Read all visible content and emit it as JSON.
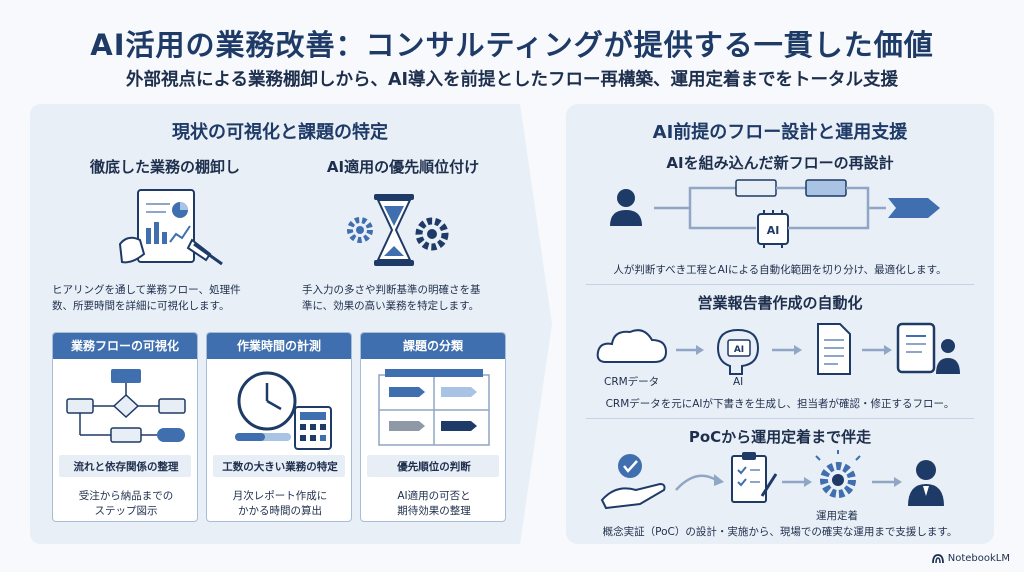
{
  "header": {
    "title": "AI活用の業務改善：コンサルティングが提供する一貫した価値",
    "subtitle": "外部視点による業務棚卸しから、AI導入を前提としたフロー再構築、運用定着までをトータル支援"
  },
  "left": {
    "title": "現状の可視化と課題の特定",
    "col1": {
      "heading": "徹底した業務の棚卸し",
      "desc_line1": "ヒアリングを通して業務フロー、処理件",
      "desc_line2": "数、所要時間を詳細に可視化します。"
    },
    "col2": {
      "heading": "AI適用の優先順位付け",
      "desc_line1": "手入力の多さや判断基準の明確さを基",
      "desc_line2": "準に、効果の高い業務を特定します。"
    },
    "cards": [
      {
        "head": "業務フローの可視化",
        "label": "流れと依存関係の整理",
        "desc_line1": "受注から納品までの",
        "desc_line2": "ステップ図示"
      },
      {
        "head": "作業時間の計測",
        "label": "工数の大きい業務の特定",
        "desc_line1": "月次レポート作成に",
        "desc_line2": "かかる時間の算出"
      },
      {
        "head": "課題の分類",
        "label": "優先順位の判断",
        "desc_line1": "AI適用の可否と",
        "desc_line2": "期待効果の整理"
      }
    ]
  },
  "right": {
    "title": "AI前提のフロー設計と運用支援",
    "sec1": {
      "heading": "AIを組み込んだ新フローの再設計",
      "chip": "AI",
      "desc": "人が判断すべき工程とAIによる自動化範囲を切り分け、最適化します。"
    },
    "sec2": {
      "heading": "営業報告書作成の自動化",
      "crm_label": "CRMデータ",
      "ai_label": "AI",
      "brain_chip": "AI",
      "desc": "CRMデータを元にAIが下書きを生成し、担当者が確認・修正するフロー。"
    },
    "sec3": {
      "heading": "PoCから運用定着まで伴走",
      "gear_label": "運用定着",
      "desc": "概念実証（PoC）の設計・実施から、現場での確実な運用まで支援します。"
    }
  },
  "brand": {
    "name": "NotebookLM"
  },
  "colors": {
    "primary": "#3f6fae",
    "dark": "#1e3a66",
    "panel": "#e9eff7",
    "line": "#8fa6c4"
  }
}
